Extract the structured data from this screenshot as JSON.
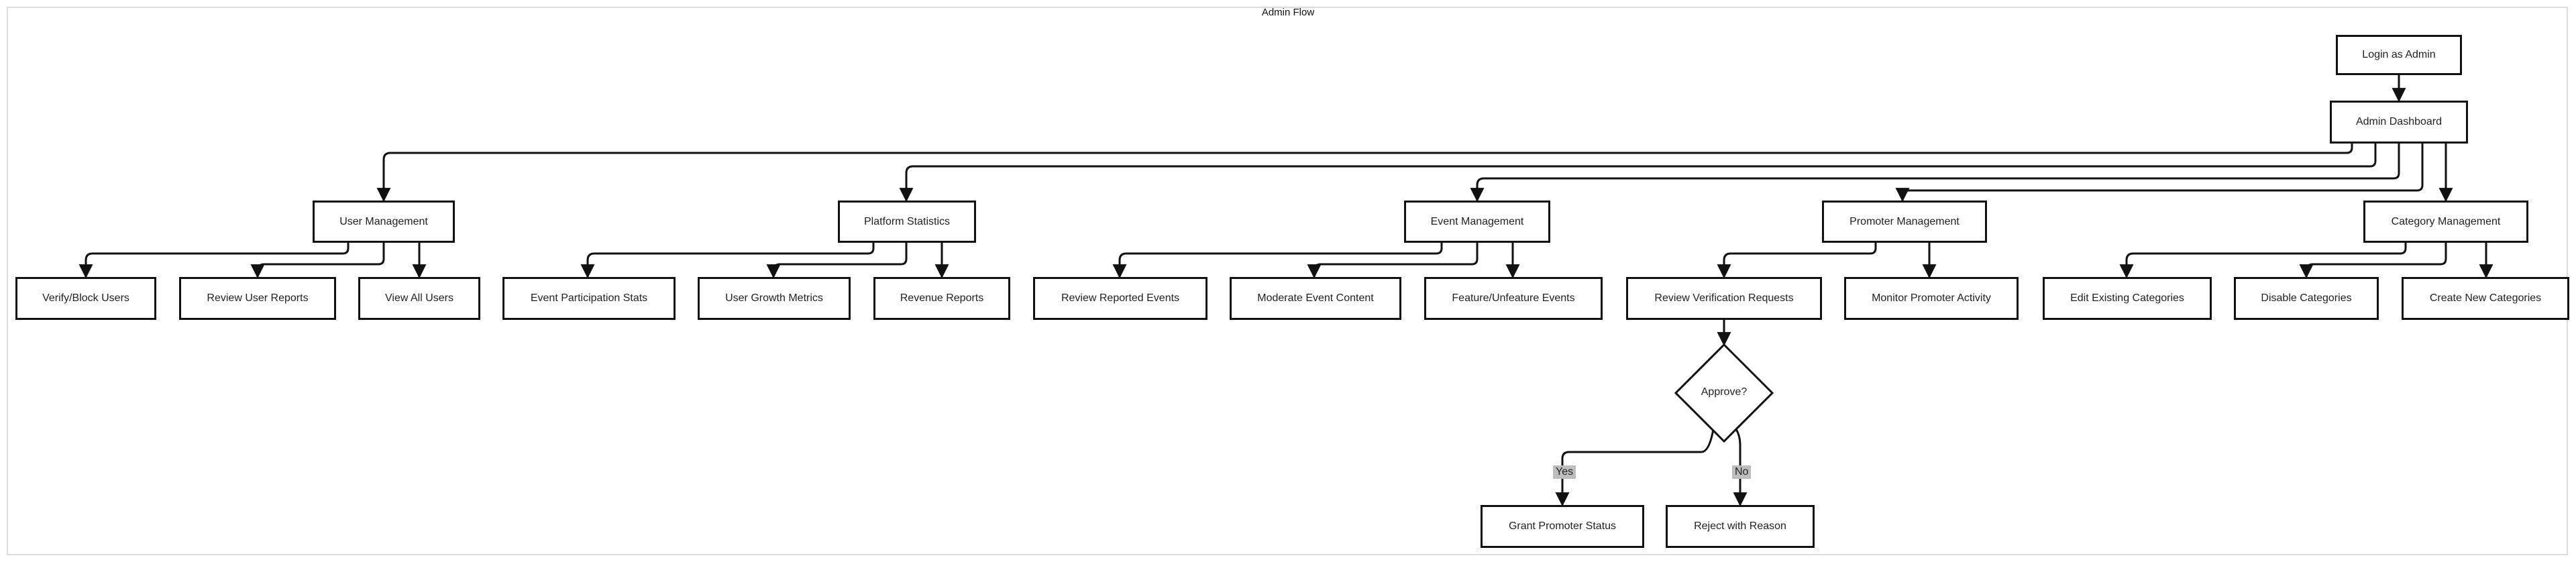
{
  "title": "Admin Flow",
  "nodes": {
    "login": "Login as Admin",
    "dashboard": "Admin Dashboard",
    "user_mgmt": "User Management",
    "platform_stats": "Platform Statistics",
    "event_mgmt": "Event Management",
    "promoter_mgmt": "Promoter Management",
    "category_mgmt": "Category Management",
    "verify_block": "Verify/Block Users",
    "review_user_reports": "Review User Reports",
    "view_all_users": "View All Users",
    "event_participation": "Event Participation Stats",
    "user_growth": "User Growth Metrics",
    "revenue": "Revenue Reports",
    "review_reported_events": "Review Reported Events",
    "moderate_content": "Moderate Event Content",
    "feature_events": "Feature/Unfeature Events",
    "review_verification": "Review Verification Requests",
    "monitor_promoter": "Monitor Promoter Activity",
    "edit_categories": "Edit Existing Categories",
    "disable_categories": "Disable Categories",
    "create_categories": "Create New Categories",
    "approve": "Approve?",
    "grant_status": "Grant Promoter Status",
    "reject_reason": "Reject with Reason"
  },
  "edge_labels": {
    "yes": "Yes",
    "no": "No"
  }
}
